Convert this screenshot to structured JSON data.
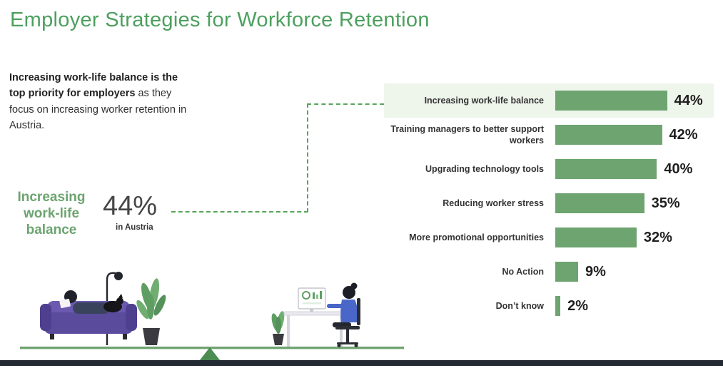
{
  "title": "Employer Strategies for Workforce Retention",
  "intro": {
    "bold_text": "Increasing work-life balance is the top priority for employers",
    "normal_text": " as they focus on increasing worker retention in Austria."
  },
  "callout": {
    "label": "Increasing work-life balance",
    "value": "44%",
    "sublabel": "in Austria"
  },
  "chart_data": {
    "type": "bar",
    "orientation": "horizontal",
    "title": "",
    "xlabel": "",
    "ylabel": "",
    "categories": [
      "Increasing work-life balance",
      "Training managers to better support workers",
      "Upgrading technology tools",
      "Reducing worker stress",
      "More promotional opportunities",
      "No Action",
      "Don’t know"
    ],
    "values": [
      44,
      42,
      40,
      35,
      32,
      9,
      2
    ],
    "value_labels": [
      "44%",
      "42%",
      "40%",
      "35%",
      "32%",
      "9%",
      "2%"
    ],
    "highlighted_index": 0,
    "xlim": [
      0,
      50
    ],
    "grid": false,
    "legend": "none",
    "bar_color": "#6da470",
    "highlight_row_bg": "#eef6ec"
  },
  "colors": {
    "title_green": "#4ca05e",
    "accent_green": "#6da470",
    "dashed_line_green": "#57a55b",
    "footer_bar": "#232a33",
    "value_text": "#1f1f1f"
  },
  "illustration": {
    "description": "Seesaw balancing a person relaxing on a sofa with a dog and plants against a person working at a computer desk"
  }
}
